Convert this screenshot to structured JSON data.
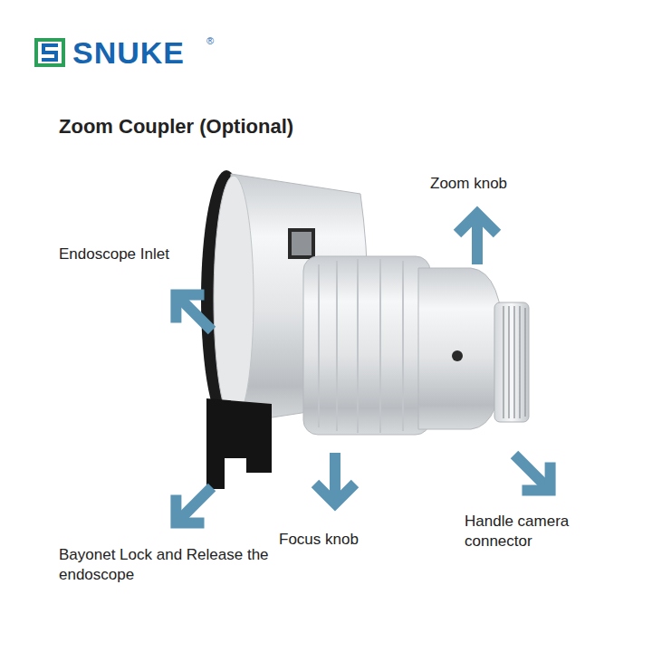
{
  "diagram": {
    "title": "Zoom Coupler (Optional)",
    "labels": [
      "SNUKE",
      "®",
      "Zoom knob",
      "Endoscope Inlet",
      "Bayonet Lock and Release the endoscope",
      "Focus knob",
      "Handle camera connector"
    ]
  }
}
